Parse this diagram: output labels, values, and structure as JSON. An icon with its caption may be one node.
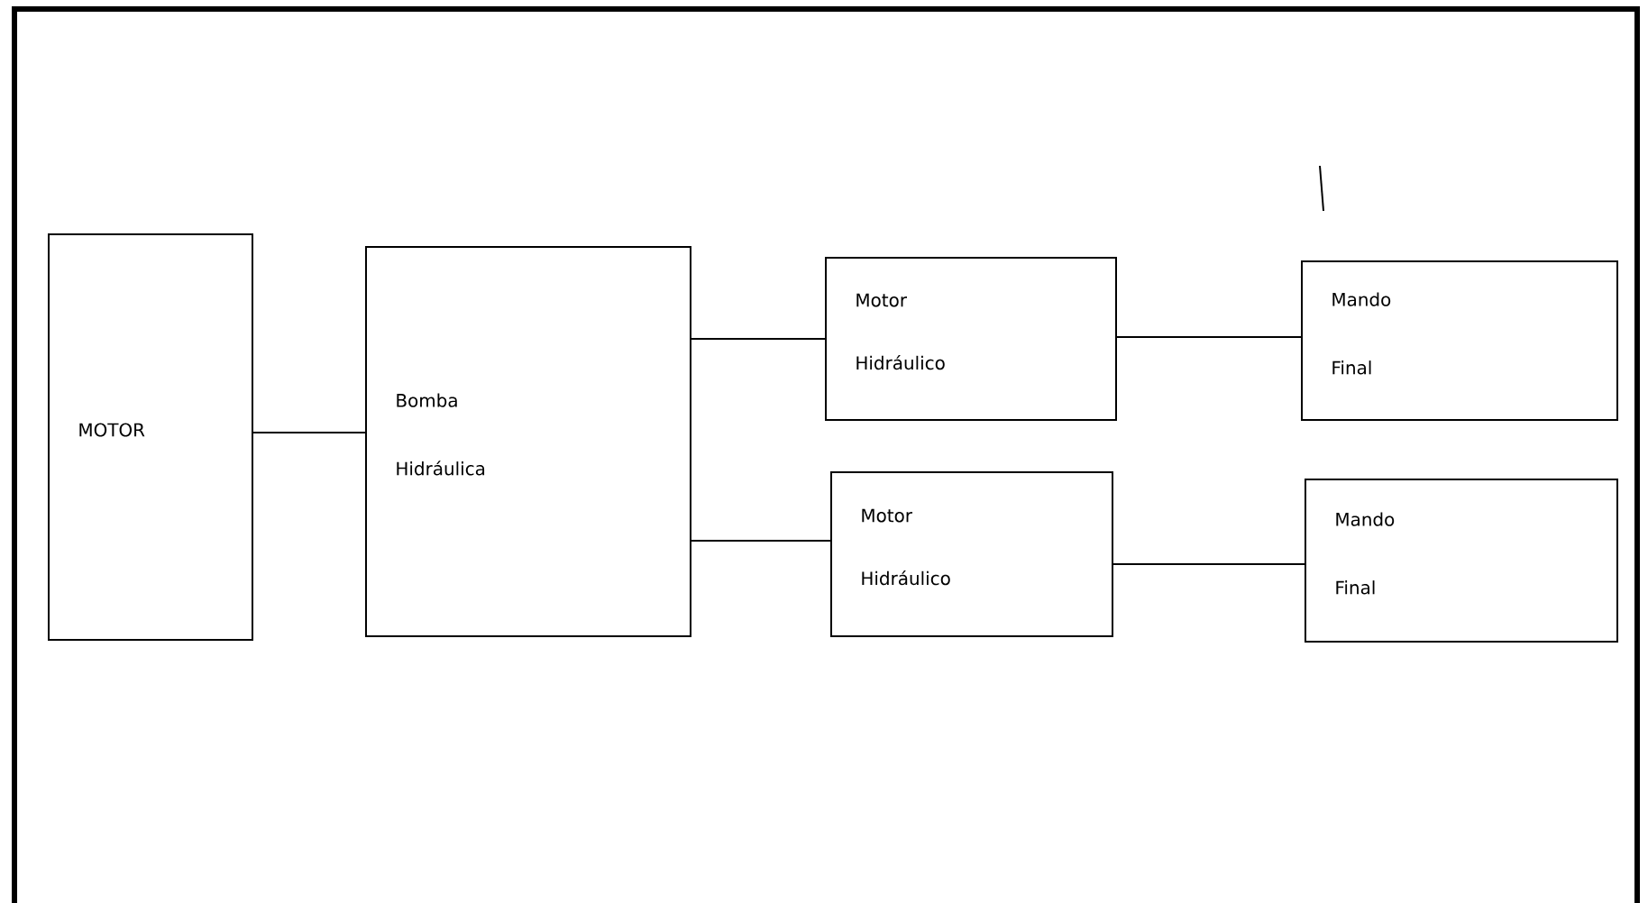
{
  "diagram": {
    "nodes": [
      {
        "text": [
          "MOTOR"
        ]
      },
      {
        "text": [
          "Bomba Hidráulica"
        ]
      },
      {
        "text": [
          "Motor Hidráulico"
        ]
      },
      {
        "text": [
          "Mando Final"
        ]
      },
      {
        "text": [
          "Motor Hidráulico"
        ]
      },
      {
        "text": [
          "Mando Final"
        ]
      }
    ],
    "edges": [
      {
        "from": 0,
        "to": 1,
        "arrow": "none"
      },
      {
        "from": 1,
        "to": 2,
        "arrow": "none"
      },
      {
        "from": 1,
        "to": 4,
        "arrow": "none"
      },
      {
        "from": 2,
        "to": 3,
        "arrow": "none"
      },
      {
        "from": 4,
        "to": 5,
        "arrow": "none"
      }
    ]
  }
}
